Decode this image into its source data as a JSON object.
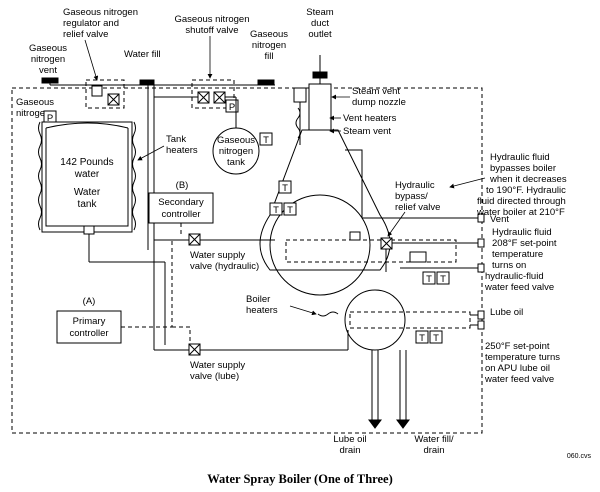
{
  "caption": "Water Spray Boiler (One of Three)",
  "figure_id": "060.cvs",
  "labels": {
    "gn2_vent": [
      "Gaseous",
      "nitrogen",
      "vent"
    ],
    "gn2_regulator": [
      "Gaseous nitrogen",
      "regulator and",
      "relief valve"
    ],
    "water_fill_top": "Water fill",
    "gn2_shutoff": [
      "Gaseous nitrogen",
      "shutoff valve"
    ],
    "gn2_fill": [
      "Gaseous",
      "nitrogen",
      "fill"
    ],
    "steam_duct": [
      "Steam",
      "duct",
      "outlet"
    ],
    "gn2": [
      "Gaseous",
      "nitrogen"
    ],
    "steam_dump": [
      "Steam vent",
      "dump nozzle"
    ],
    "vent_heaters": "Vent heaters",
    "steam_vent": "Steam vent",
    "tank_text": [
      "142 Pounds",
      "water",
      "Water",
      "tank"
    ],
    "tank_heaters": [
      "Tank",
      "heaters"
    ],
    "gn2_tank": [
      "Gaseous",
      "nitrogen",
      "tank"
    ],
    "hyd_bypass_note": [
      "Hydraulic fluid",
      "bypasses boiler",
      "when it decreases",
      "to 190°F. Hydraulic",
      "fluid directed through",
      "water boiler at 210°F"
    ],
    "sec_tag": "(B)",
    "sec_ctrl": [
      "Secondary",
      "controller"
    ],
    "hyd_bypass_valve": [
      "Hydraulic",
      "bypass/",
      "relief valve"
    ],
    "vent_right": "Vent",
    "hyd_fluid_note": [
      "Hydraulic fluid",
      "208°F set-point",
      "temperature",
      "turns on",
      "hydraulic-fluid",
      "water feed valve"
    ],
    "ws_hyd": [
      "Water supply",
      "valve (hydraulic)"
    ],
    "pri_tag": "(A)",
    "pri_ctrl": [
      "Primary",
      "controller"
    ],
    "boiler_heaters": [
      "Boiler",
      "heaters"
    ],
    "lube_oil": "Lube oil",
    "lube_note": [
      "250°F set-point",
      "temperature turns",
      "on APU lube oil",
      "water feed valve"
    ],
    "ws_lube": [
      "Water supply",
      "valve (lube)"
    ],
    "lube_drain": [
      "Lube oil",
      "drain"
    ],
    "water_drain": [
      "Water fill/",
      "drain"
    ]
  },
  "markers": {
    "p": "P",
    "t": "T"
  }
}
